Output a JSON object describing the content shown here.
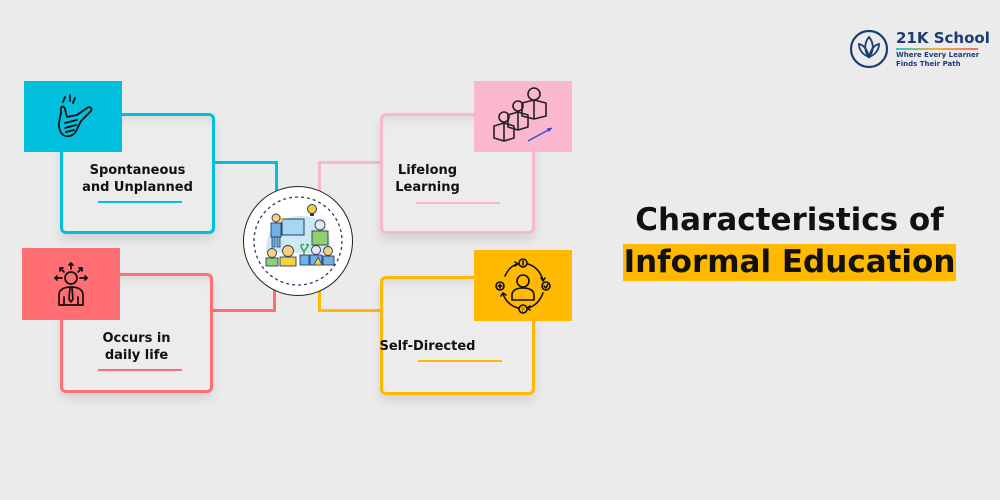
{
  "logo": {
    "name": "21K School",
    "tagline_line1": "Where Every Learner",
    "tagline_line2": "Finds Their Path",
    "color": "#1d3b75"
  },
  "title": {
    "line1": "Characteristics of",
    "line2": "Informal Education",
    "highlight_color": "#ffb900"
  },
  "center": {
    "icon": "family-learning-illustration-icon"
  },
  "cards": [
    {
      "id": "spontaneous",
      "line1": "Spontaneous",
      "line2": "and Unplanned",
      "color": "#00c0de",
      "icon": "finger-snap-icon"
    },
    {
      "id": "lifelong",
      "line1": "Lifelong",
      "line2": "Learning",
      "color": "#f8b8cc",
      "icon": "growth-steps-people-icon"
    },
    {
      "id": "daily-life",
      "line1": "Occurs in",
      "line2": "daily life",
      "color": "#ff6e73",
      "icon": "person-idea-arrows-icon"
    },
    {
      "id": "self-directed",
      "line1": "Self-Directed",
      "line2": "",
      "color": "#ffb900",
      "icon": "person-cycle-icon"
    }
  ],
  "background": "#ebebeb"
}
